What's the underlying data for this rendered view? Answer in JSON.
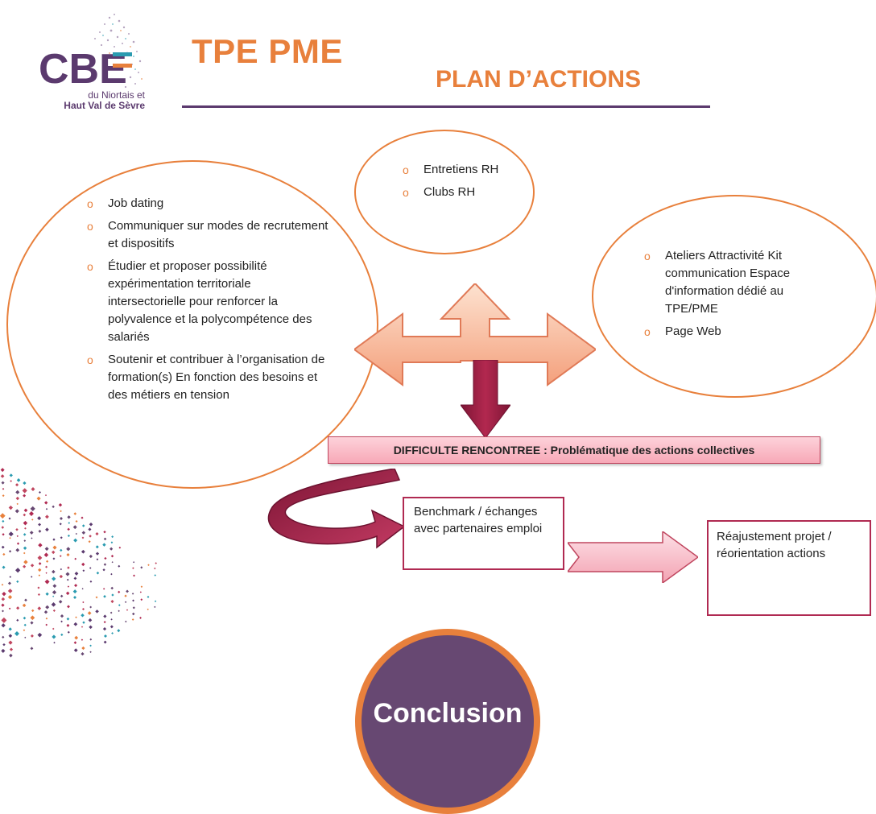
{
  "logo": {
    "letters": "CBE",
    "line1": "du Niortais et",
    "line2": "Haut Val de Sèvre"
  },
  "header": {
    "title": "TPE PME",
    "subtitle": "PLAN D’ACTIONS"
  },
  "left_ellipse": {
    "items": [
      "Job dating",
      "Communiquer sur modes de recrutement et dispositifs",
      "Étudier et proposer possibilité expérimentation territoriale intersectorielle pour renforcer la polyvalence et la polycompétence des salariés",
      "Soutenir et contribuer à l’organisation de formation(s) En fonction des besoins et des métiers en tension"
    ]
  },
  "top_ellipse": {
    "items": [
      "Entretiens RH",
      "Clubs RH"
    ]
  },
  "right_ellipse": {
    "items": [
      "Ateliers Attractivité Kit communication Espace d'information dédié au TPE/PME",
      "Page Web"
    ]
  },
  "difficulty": "DIFFICULTE RENCONTREE : Problématique des actions collectives",
  "benchmark": "Benchmark / échanges avec partenaires emploi",
  "readjust": "Réajustement projet / réorientation actions",
  "conclusion": "Conclusion",
  "icons": {
    "bullet": "circle-bullet-icon"
  },
  "colors": {
    "orange": "#e8803c",
    "purple": "#5b3a6e",
    "crimson": "#b02a52",
    "conclusion_fill": "#674872"
  }
}
